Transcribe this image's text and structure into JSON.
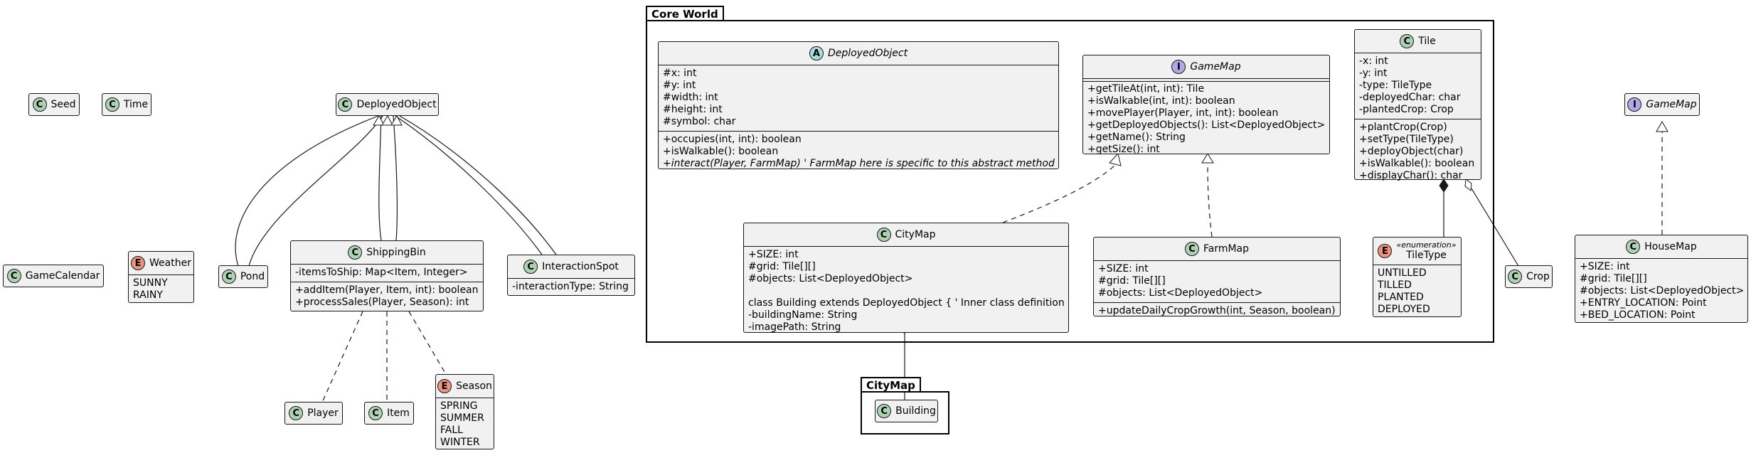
{
  "packages": {
    "core": {
      "title": "Core World"
    },
    "citymap": {
      "title": "CityMap"
    }
  },
  "classes": {
    "seed": {
      "kind": "C",
      "name": "Seed"
    },
    "time": {
      "kind": "C",
      "name": "Time"
    },
    "game_calendar": {
      "kind": "C",
      "name": "GameCalendar"
    },
    "weather": {
      "kind": "E",
      "name": "Weather",
      "values": [
        "SUNNY",
        "RAINY"
      ]
    },
    "deployed_object_ref": {
      "kind": "C",
      "name": "DeployedObject"
    },
    "pond": {
      "kind": "C",
      "name": "Pond"
    },
    "shipping_bin": {
      "kind": "C",
      "name": "ShippingBin",
      "fields": [
        "-itemsToShip: Map<Item, Integer>"
      ],
      "methods": [
        "+addItem(Player, Item, int): boolean",
        "+processSales(Player, Season): int"
      ]
    },
    "interaction_spot": {
      "kind": "C",
      "name": "InteractionSpot",
      "fields": [
        "-interactionType: String"
      ]
    },
    "player": {
      "kind": "C",
      "name": "Player"
    },
    "item": {
      "kind": "C",
      "name": "Item"
    },
    "season": {
      "kind": "E",
      "name": "Season",
      "values": [
        "SPRING",
        "SUMMER",
        "FALL",
        "WINTER"
      ]
    },
    "deployed_object": {
      "kind": "A",
      "name": "DeployedObject",
      "fields": [
        "#x: int",
        "#y: int",
        "#width: int",
        "#height: int",
        "#symbol: char"
      ],
      "methods": [
        "+occupies(int, int): boolean",
        "+isWalkable(): boolean",
        "+interact(Player, FarmMap) ' FarmMap here is specific to this abstract method"
      ]
    },
    "game_map": {
      "kind": "I",
      "name": "GameMap",
      "methods": [
        "+getTileAt(int, int): Tile",
        "+isWalkable(int, int): boolean",
        "+movePlayer(Player, int, int): boolean",
        "+getDeployedObjects(): List<DeployedObject>",
        "+getName(): String",
        "+getSize(): int"
      ]
    },
    "tile": {
      "kind": "C",
      "name": "Tile",
      "fields": [
        "-x: int",
        "-y: int",
        "-type: TileType",
        "-deployedChar: char",
        "-plantedCrop: Crop"
      ],
      "methods": [
        "+plantCrop(Crop)",
        "+setType(TileType)",
        "+deployObject(char)",
        "+isWalkable(): boolean",
        "+displayChar(): char"
      ]
    },
    "city_map": {
      "kind": "C",
      "name": "CityMap",
      "fields": [
        "+SIZE: int",
        "#grid: Tile[][]",
        "#objects: List<DeployedObject>",
        "",
        "class Building extends DeployedObject { ' Inner class definition",
        "-buildingName: String",
        "-imagePath: String"
      ]
    },
    "farm_map": {
      "kind": "C",
      "name": "FarmMap",
      "fields": [
        "+SIZE: int",
        "#grid: Tile[][]",
        "#objects: List<DeployedObject>"
      ],
      "methods": [
        "+updateDailyCropGrowth(int, Season, boolean)"
      ]
    },
    "tile_type": {
      "kind": "E",
      "name": "TileType",
      "stereotype": "«enumeration»",
      "values": [
        "UNTILLED",
        "TILLED",
        "PLANTED",
        "DEPLOYED"
      ]
    },
    "building": {
      "kind": "C",
      "name": "Building"
    },
    "crop": {
      "kind": "C",
      "name": "Crop"
    },
    "game_map_ref": {
      "kind": "I",
      "name": "GameMap"
    },
    "house_map": {
      "kind": "C",
      "name": "HouseMap",
      "fields": [
        "+SIZE: int",
        "#grid: Tile[][]",
        "#objects: List<DeployedObject>",
        "+ENTRY_LOCATION: Point",
        "+BED_LOCATION: Point"
      ]
    }
  }
}
